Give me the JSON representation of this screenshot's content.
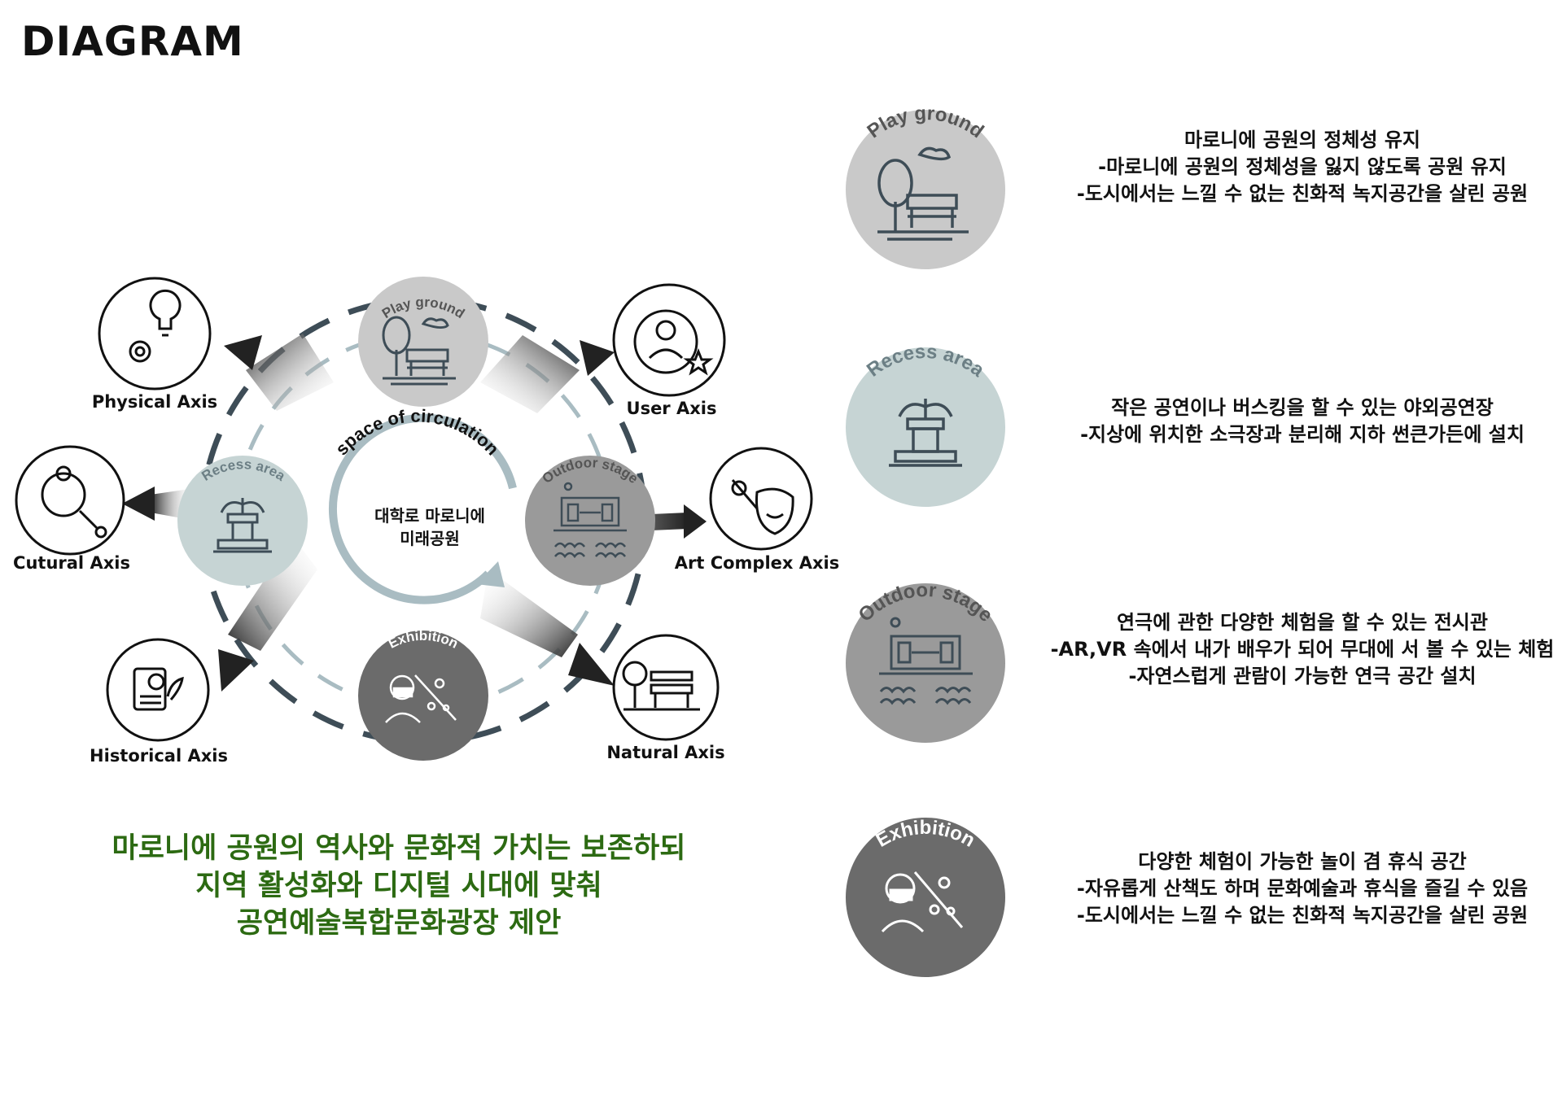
{
  "title": "DIAGRAM",
  "center": {
    "text": [
      "대학로 마로니에",
      "미래공원"
    ],
    "ring_label": "space of circulation"
  },
  "nodes": [
    {
      "key": "play",
      "label": "Play ground"
    },
    {
      "key": "recess",
      "label": "Recess area"
    },
    {
      "key": "outdoor",
      "label": "Outdoor stage"
    },
    {
      "key": "exhibition",
      "label": "Exhibition"
    }
  ],
  "axes": [
    {
      "key": "physical",
      "label": "Physical Axis",
      "icon": "lightbulb-gear-icon"
    },
    {
      "key": "user",
      "label": "User Axis",
      "icon": "user-star-icon"
    },
    {
      "key": "cultural",
      "label": "Cutural Axis",
      "icon": "globe-magnifier-icon"
    },
    {
      "key": "art",
      "label": "Art Complex Axis",
      "icon": "theater-mask-icon"
    },
    {
      "key": "historical",
      "label": "Historical Axis",
      "icon": "scroll-quill-icon"
    },
    {
      "key": "natural",
      "label": "Natural Axis",
      "icon": "tree-bench-icon"
    }
  ],
  "summary": [
    "마로니에 공원의 역사와 문화적 가치는 보존하되",
    "지역 활성화와 디지털 시대에 맞춰",
    "공연예술복합문화광장 제안"
  ],
  "details": [
    {
      "label": "Play ground",
      "lines": [
        "마로니에 공원의 정체성 유지",
        "-마로니에 공원의 정체성을 잃지 않도록 공원 유지",
        "-도시에서는 느낄 수 없는 친화적 녹지공간을 살린 공원"
      ]
    },
    {
      "label": "Recess area",
      "lines": [
        "작은 공연이나 버스킹을 할 수 있는 야외공연장",
        "-지상에 위치한 소극장과 분리해 지하 썬큰가든에 설치"
      ]
    },
    {
      "label": "Outdoor stage",
      "lines": [
        "연극에 관한 다양한 체험을 할 수 있는 전시관",
        "-AR,VR 속에서 내가 배우가 되어 무대에 서 볼 수 있는 체험",
        "-자연스럽게 관람이 가능한 연극 공간 설치"
      ]
    },
    {
      "label": "Exhibition",
      "lines": [
        "다양한 체험이 가능한 놀이 겸 휴식 공간",
        "-자유롭게 산책도 하며 문화예술과 휴식을 즐길 수 있음",
        "-도시에서는 느낄 수 없는 친화적 녹지공간을 살린 공원"
      ]
    }
  ],
  "colors": {
    "play": "#c9c9c9",
    "recess": "#c6d4d4",
    "outdoor": "#9a9a9a",
    "exhibition": "#6b6b6b",
    "ring": "#3e4d57",
    "inner_ring": "#a9bcc2",
    "summary_text": "#2c6a12"
  }
}
